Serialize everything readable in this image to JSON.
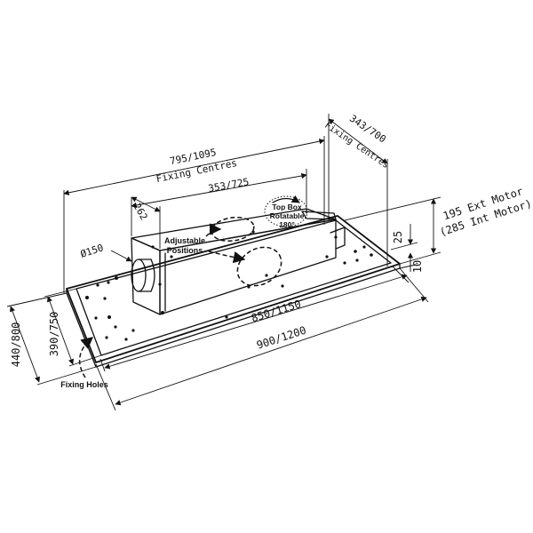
{
  "dimensions": {
    "fixing_centres_length": "795/1095",
    "fixing_centres_length_label": "Fixing Centres",
    "fixing_centres_depth": "343/700",
    "fixing_centres_depth_label": "Fixing Centres",
    "box_length": "353/725",
    "box_depth": "262",
    "duct_diameter": "Ø150",
    "height_ext_motor": "195 Ext Motor",
    "height_int_motor": "(285 Int Motor)",
    "dim_25": "25",
    "dim_10": "10",
    "inner_length": "850/1150",
    "outer_length": "900/1200",
    "inner_depth": "390/750",
    "outer_depth": "440/800"
  },
  "annotations": {
    "adjustable_line1": "Adjustable",
    "adjustable_line2": "Positions",
    "top_box_line1": "Top Box",
    "top_box_line2": "Rotatable",
    "top_box_line3": "180°",
    "fixing_holes": "Fixing Holes"
  },
  "colors": {
    "ink": "#111111",
    "background": "#ffffff"
  }
}
